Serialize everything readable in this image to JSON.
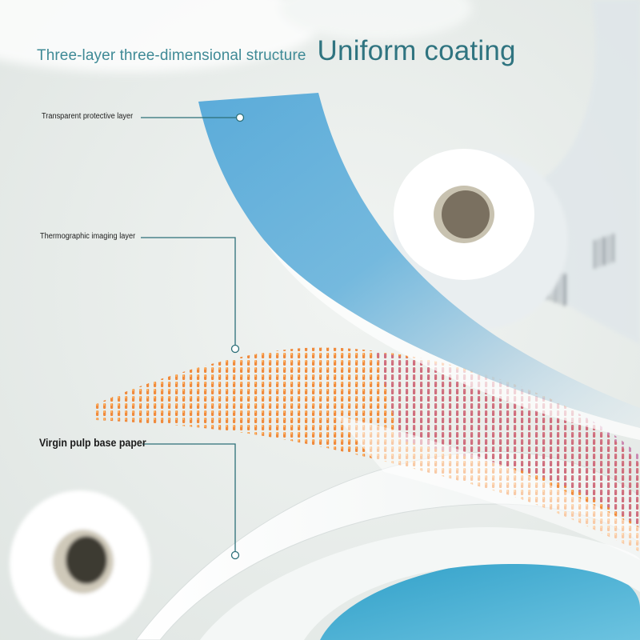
{
  "headline": {
    "subtitle": "Three-layer three-dimensional structure",
    "title": "Uniform coating"
  },
  "layers": [
    {
      "id": "protective",
      "label": "Transparent protective layer",
      "color": "#5aaed6"
    },
    {
      "id": "imaging",
      "label": "Thermographic imaging layer",
      "color": "#f08a3c"
    },
    {
      "id": "base",
      "label": "Virgin pulp base paper",
      "color": "#ffffff"
    }
  ],
  "colors": {
    "background": "#e6ebe8",
    "accent_teal": "#2f7480",
    "leader_line": "#2c6f78",
    "protective_blue": "#5aaed6",
    "imaging_orange": "#f08a3c",
    "imaging_magenta": "#b0508a"
  }
}
